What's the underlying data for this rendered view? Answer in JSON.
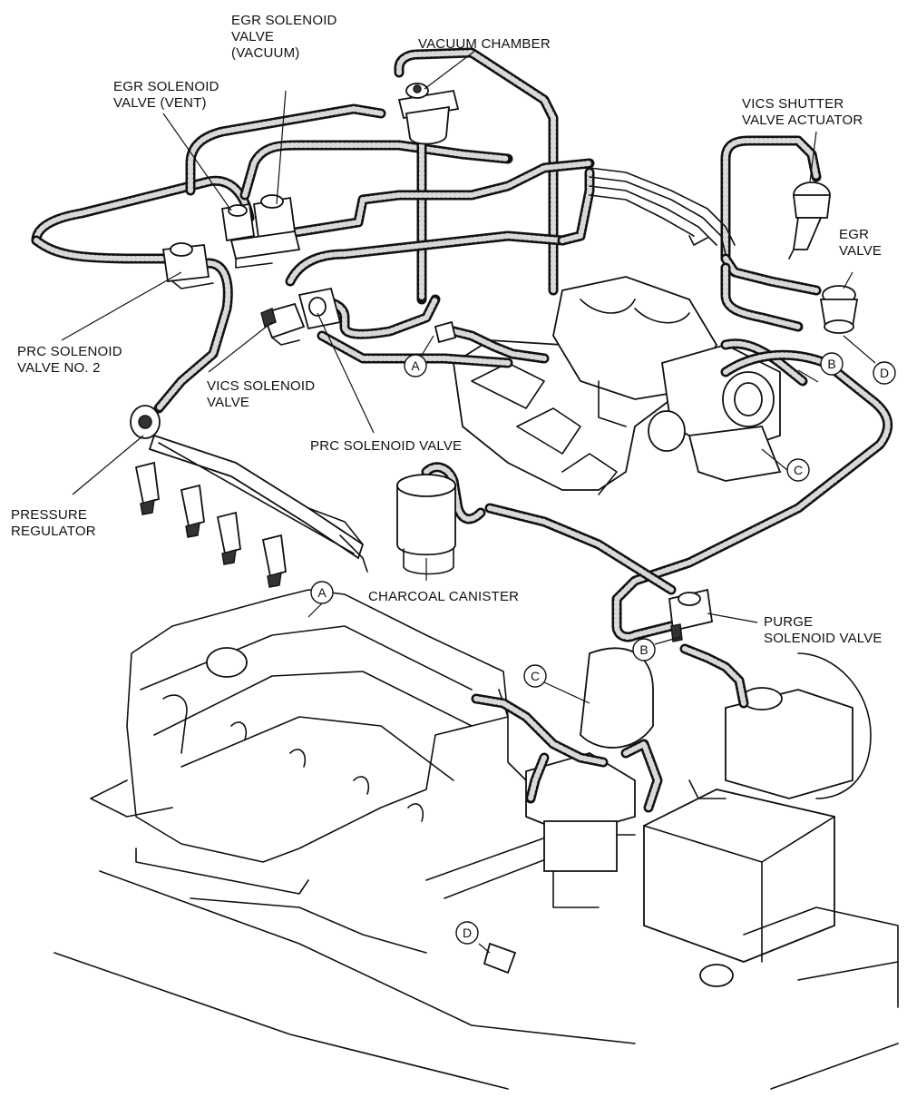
{
  "labels": {
    "egr_solenoid_vacuum": [
      "EGR SOLENOID",
      "VALVE",
      "(VACUUM)"
    ],
    "vacuum_chamber": [
      "VACUUM CHAMBER"
    ],
    "egr_solenoid_vent": [
      "EGR SOLENOID",
      "VALVE (VENT)"
    ],
    "vics_shutter_actuator": [
      "VICS SHUTTER",
      "VALVE ACTUATOR"
    ],
    "egr_valve": [
      "EGR",
      "VALVE"
    ],
    "prc_solenoid_no2": [
      "PRC SOLENOID",
      "VALVE NO. 2"
    ],
    "vics_solenoid": [
      "VICS SOLENOID",
      "VALVE"
    ],
    "prc_solenoid": [
      "PRC SOLENOID VALVE"
    ],
    "pressure_regulator": [
      "PRESSURE",
      "REGULATOR"
    ],
    "charcoal_canister": [
      "CHARCOAL CANISTER"
    ],
    "purge_solenoid": [
      "PURGE",
      "SOLENOID VALVE"
    ]
  },
  "callouts": {
    "a_top": "A",
    "b_top": "B",
    "d_top": "D",
    "c_top": "C",
    "a_bottom": "A",
    "b_bottom": "B",
    "c_bottom": "C",
    "d_bottom": "D"
  }
}
